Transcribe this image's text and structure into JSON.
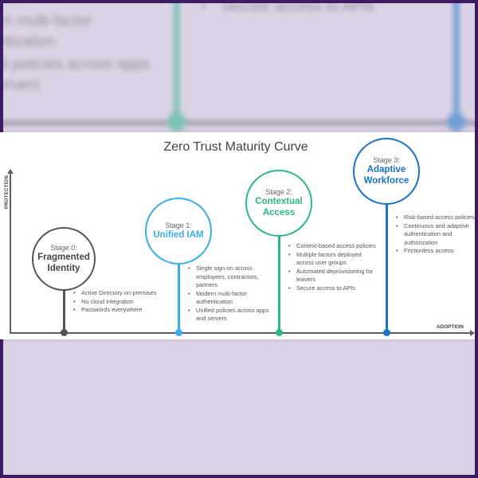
{
  "title": "Zero Trust Maturity Curve",
  "y_axis_label": "PROTECTION",
  "x_axis_label": "ADOPTION",
  "stages": [
    {
      "stage": "Stage 0:",
      "name": "Fragmented Identity",
      "color": "#4f545b",
      "bullets": [
        "Active Directory on-premises",
        "No cloud integration",
        "Passwords everywhere"
      ]
    },
    {
      "stage": "Stage 1:",
      "name": "Unified IAM",
      "color": "#3aaee8",
      "bullets": [
        "Single sign-on across employees, contractors, partners",
        "Modern multi-factor authentication",
        "Unified policies across apps and servers"
      ]
    },
    {
      "stage": "Stage 2:",
      "name": "Contextual Access",
      "color": "#2bb58a",
      "bullets": [
        "Context-based access policies",
        "Multiple factors deployed across user groups",
        "Automated deprovisioning for leavers",
        "Secure access to APIs"
      ]
    },
    {
      "stage": "Stage 3:",
      "name": "Adaptive Workforce",
      "color": "#1a73c4",
      "bullets": [
        "Risk-based access policies",
        "Continuous and adaptive authentication and authorization",
        "Frictionless access"
      ]
    }
  ]
}
